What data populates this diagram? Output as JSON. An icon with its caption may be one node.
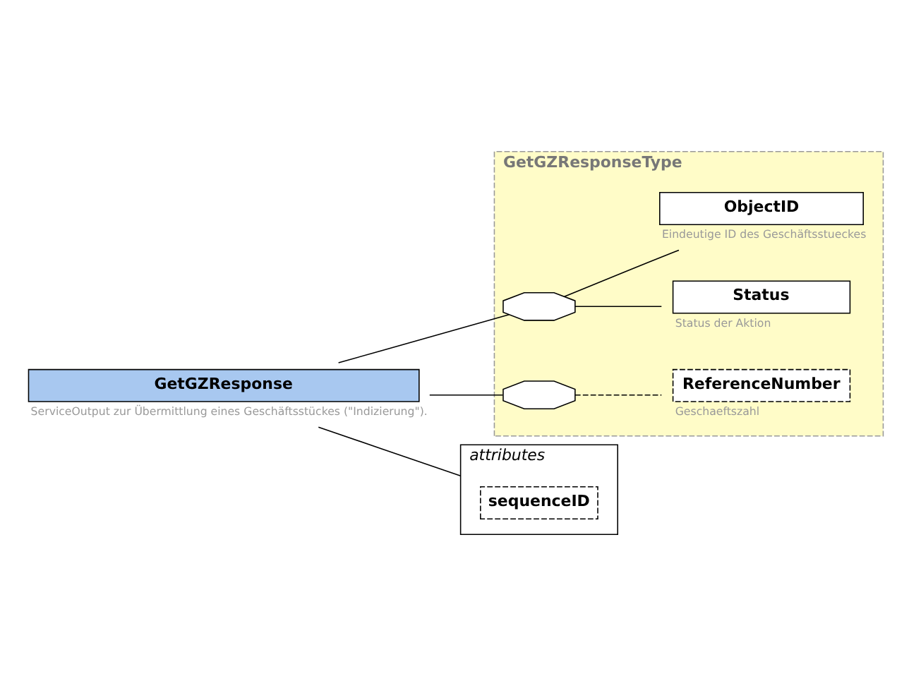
{
  "diagram": {
    "nodes": [
      {
        "text": [
          "GetGZResponse"
        ],
        "beside": [
          "ServiceOutput zur Übermittlung eines Geschäftsstückes (\"Indizierung\")."
        ]
      },
      {
        "text": [
          "GetGZResponseType"
        ]
      },
      {
        "text": [],
        "shape": "octagon",
        "in": 1
      },
      {
        "text": [
          "Status"
        ],
        "beside": [
          "Status der Aktion"
        ],
        "in": 1
      },
      {
        "text": [
          "ObjectID"
        ],
        "beside": [
          "Eindeutige ID des Geschäftsstueckes"
        ],
        "in": 1
      },
      {
        "text": [],
        "shape": "octagon",
        "in": 1
      },
      {
        "text": [
          "ReferenceNumber"
        ],
        "beside": [
          "Geschaeftszahl"
        ],
        "in": 1
      },
      {
        "text": [
          "attributes"
        ]
      },
      {
        "text": [
          "sequenceID"
        ],
        "in": 7
      }
    ],
    "edges": [
      {
        "from": 0,
        "to": 2,
        "arrow": "none"
      },
      {
        "from": 0,
        "to": 5,
        "arrow": "none"
      },
      {
        "from": 0,
        "to": 7,
        "arrow": "none"
      },
      {
        "from": 2,
        "to": 3,
        "arrow": "none"
      },
      {
        "from": 2,
        "to": 4,
        "arrow": "none"
      },
      {
        "from": 5,
        "to": 6,
        "arrow": "none",
        "style": "dashed"
      }
    ]
  }
}
